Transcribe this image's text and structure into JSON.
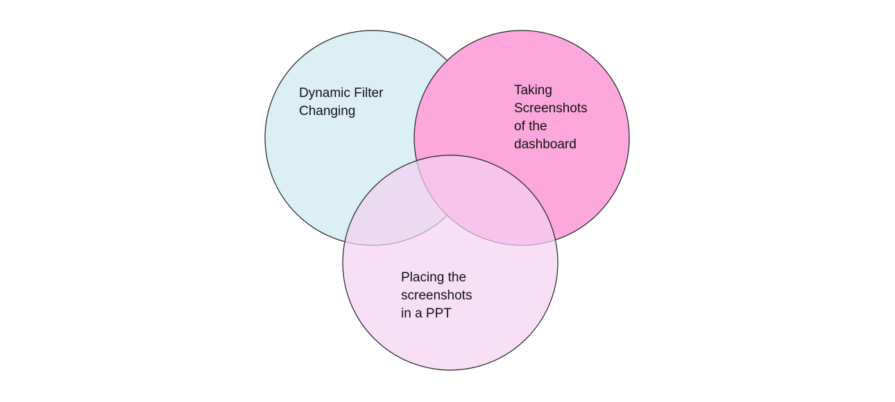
{
  "diagram": {
    "type": "venn",
    "circles": [
      {
        "id": "dynamic-filter",
        "label_lines": [
          "Dynamic Filter",
          "Changing"
        ],
        "fill": "#dbeff5"
      },
      {
        "id": "taking-screenshots",
        "label_lines": [
          "Taking",
          "Screenshots",
          "of the",
          "dashboard"
        ],
        "fill": "#fda8dc"
      },
      {
        "id": "placing-screenshots",
        "label_lines": [
          "Placing the",
          "screenshots",
          "in a PPT"
        ],
        "fill": "#f3d2f2",
        "opacity": 0.7
      }
    ]
  }
}
